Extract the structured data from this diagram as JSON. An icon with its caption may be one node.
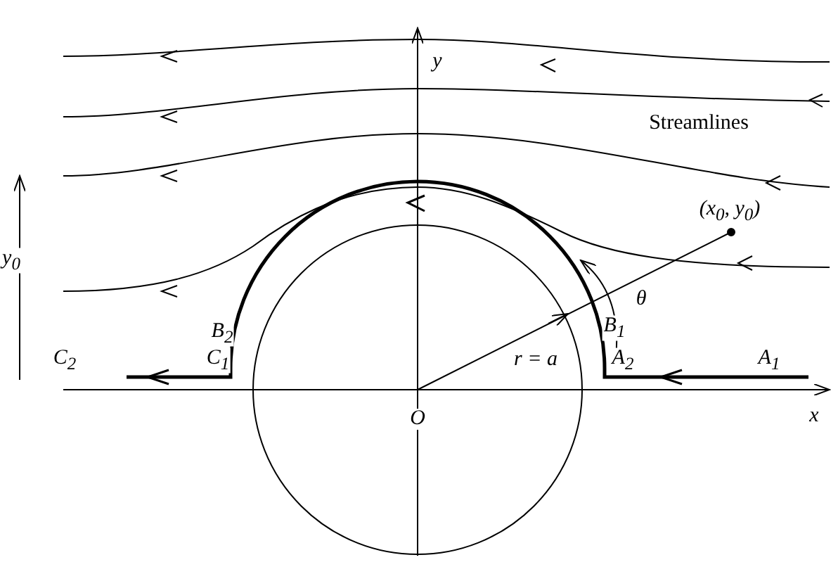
{
  "diagram": {
    "labels": [
      "y",
      "Streamlines",
      "(x$_{0}$, y$_{0}$)",
      "y$_{0}$",
      "θ",
      "B$_{2}$",
      "B$_{1}$",
      "C$_{2}$",
      "C$_{1}$",
      "r = a",
      "A$_{2}$",
      "A$_{1}$",
      "O",
      "x"
    ]
  }
}
